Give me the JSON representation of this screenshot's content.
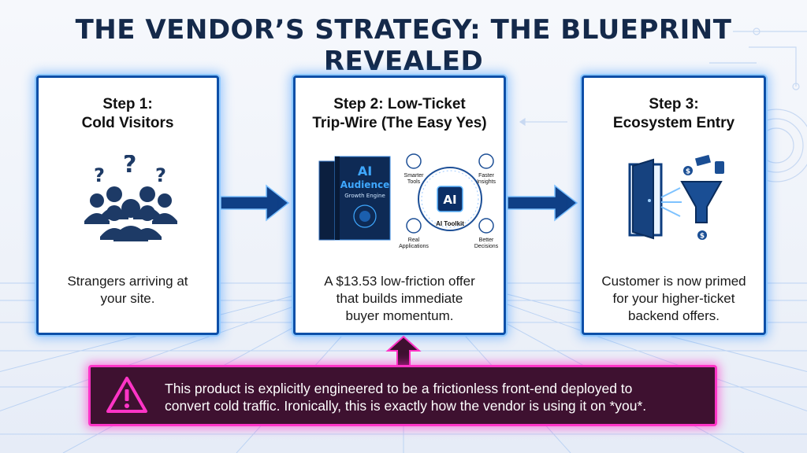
{
  "title": "THE VENDOR’S STRATEGY: THE BLUEPRINT REVEALED",
  "steps": [
    {
      "heading_lines": [
        "Step 1:",
        "Cold Visitors"
      ],
      "desc_lines": [
        "Strangers arriving at",
        "your site."
      ]
    },
    {
      "heading_lines": [
        "Step 2: Low-Ticket",
        "Trip-Wire (The Easy Yes)"
      ],
      "desc_lines": [
        "A $13.53 low-friction offer",
        "that builds immediate",
        "buyer momentum."
      ],
      "book": {
        "line1": "AI",
        "line2": "Audience",
        "line3": "Growth Engine"
      },
      "toolkit": {
        "center": "AI",
        "label": "AI Toolkit",
        "nodes": [
          {
            "lines": [
              "Smarter",
              "Tools"
            ]
          },
          {
            "lines": [
              "Faster",
              "Insights"
            ]
          },
          {
            "lines": [
              "Real",
              "Applications"
            ]
          },
          {
            "lines": [
              "Better",
              "Decisions"
            ]
          }
        ]
      }
    },
    {
      "heading_lines": [
        "Step 3:",
        "Ecosystem Entry"
      ],
      "desc_lines": [
        "Customer is now primed",
        "for your higher-ticket",
        "backend offers."
      ]
    }
  ],
  "warning": {
    "icon": "warning-triangle-icon",
    "lines": [
      "This product is explicitly engineered to be a frictionless front-end deployed to",
      "convert cold traffic. Ironically, this is exactly how the vendor is using it on *you*."
    ]
  },
  "colors": {
    "card_border": "#0d4fa8",
    "glow": "#8fc9ff",
    "title": "#14294a",
    "warning_bg": "#3e1130",
    "warning_border": "#ff34c6",
    "arrow": "#0f3f86"
  }
}
